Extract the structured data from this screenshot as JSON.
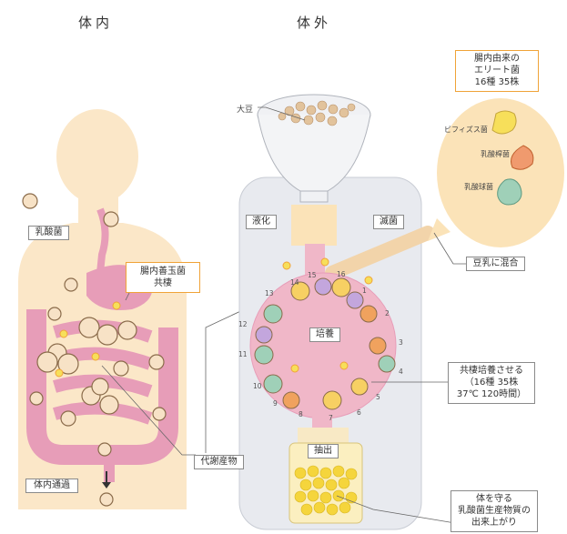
{
  "headings": {
    "inside": "体内",
    "outside": "体外"
  },
  "left": {
    "lactic": "乳酸菌",
    "symbiosis": [
      "腸内善玉菌",
      "共棲"
    ],
    "passage": "体内通過",
    "metabolite": "代謝産物"
  },
  "right": {
    "soybean": "大豆",
    "liquefy": "液化",
    "sterilize": "滅菌",
    "culture": "培養",
    "extract": "抽出",
    "soymilk_mix": "豆乳に混合",
    "coculture": [
      "共棲培養させる",
      "（16種 35株",
      "37℃ 120時間）"
    ],
    "result": [
      "体を守る",
      "乳酸菌生産物質の",
      "出来上がり"
    ],
    "elite": [
      "腸内由来の",
      "エリート菌",
      "16種 35株"
    ],
    "bifido": "ビフィズス菌",
    "rod": "乳酸桿菌",
    "coccus": "乳酸球菌",
    "numbers": [
      "1",
      "2",
      "3",
      "4",
      "5",
      "6",
      "7",
      "8",
      "9",
      "10",
      "11",
      "12",
      "13",
      "14",
      "15",
      "16"
    ]
  },
  "colors": {
    "skin": "#fbe7c8",
    "gut": "#e79db8",
    "orange": "#f0a338",
    "glass": "#e8eaef",
    "bubble": "#fbe3b8"
  }
}
